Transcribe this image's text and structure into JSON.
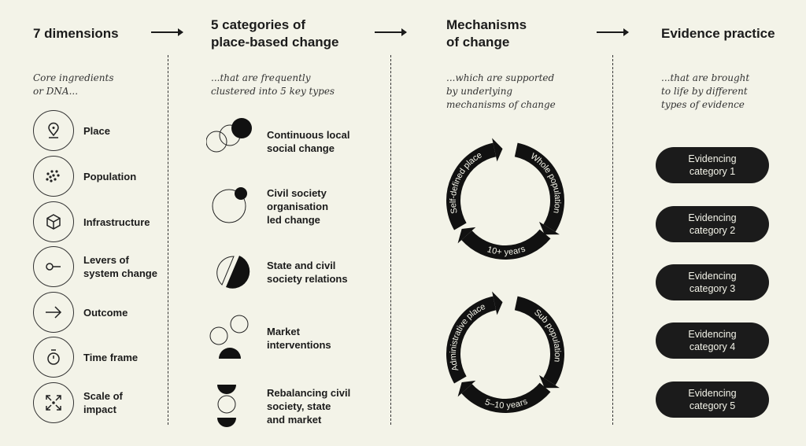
{
  "columns": [
    {
      "title_lines": [
        "7 dimensions"
      ],
      "subtitle_lines": [
        "Core ingredients",
        "or DNA..."
      ]
    },
    {
      "title_lines": [
        "5 categories of",
        "place-based change"
      ],
      "subtitle_lines": [
        "...that are frequently",
        "clustered into 5 key types"
      ]
    },
    {
      "title_lines": [
        "Mechanisms",
        "of change"
      ],
      "subtitle_lines": [
        "...which are supported",
        "by underlying",
        "mechanisms of change"
      ]
    },
    {
      "title_lines": [
        "Evidence practice"
      ],
      "subtitle_lines": [
        "...that are brought",
        "to life by different",
        "types of evidence"
      ]
    }
  ],
  "dimensions": [
    {
      "icon": "map-pin-icon",
      "label_lines": [
        "Place"
      ]
    },
    {
      "icon": "dots-icon",
      "label_lines": [
        "Population"
      ]
    },
    {
      "icon": "cube-icon",
      "label_lines": [
        "Infrastructure"
      ]
    },
    {
      "icon": "lever-icon",
      "label_lines": [
        "Levers of",
        "system change"
      ]
    },
    {
      "icon": "arrow-right-icon",
      "label_lines": [
        "Outcome"
      ]
    },
    {
      "icon": "stopwatch-icon",
      "label_lines": [
        "Time frame"
      ]
    },
    {
      "icon": "expand-icon",
      "label_lines": [
        "Scale of",
        "impact"
      ]
    }
  ],
  "categories": [
    {
      "icon": "overlapping-circles-icon",
      "label_lines": [
        "Continuous local",
        "social change"
      ]
    },
    {
      "icon": "circle-with-dot-icon",
      "label_lines": [
        "Civil society",
        "organisation",
        "led change"
      ]
    },
    {
      "icon": "split-circle-icon",
      "label_lines": [
        "State and civil",
        "society relations"
      ]
    },
    {
      "icon": "circles-half-icon",
      "label_lines": [
        "Market",
        "interventions"
      ]
    },
    {
      "icon": "stacked-halves-icon",
      "label_lines": [
        "Rebalancing civil",
        "society, state",
        "and market"
      ]
    }
  ],
  "mechanisms": [
    {
      "left": "Self-defined place",
      "right": "Whole population",
      "bottom": "10+ years"
    },
    {
      "left": "Administrative place",
      "right": "Sub population",
      "bottom": "5–10 years"
    }
  ],
  "evidence": [
    {
      "lines": [
        "Evidencing",
        "category 1"
      ]
    },
    {
      "lines": [
        "Evidencing",
        "category 2"
      ]
    },
    {
      "lines": [
        "Evidencing",
        "category 3"
      ]
    },
    {
      "lines": [
        "Evidencing",
        "category 4"
      ]
    },
    {
      "lines": [
        "Evidencing",
        "category 5"
      ]
    }
  ],
  "colors": {
    "background": "#f3f3e8",
    "ink": "#1b1b1b"
  }
}
